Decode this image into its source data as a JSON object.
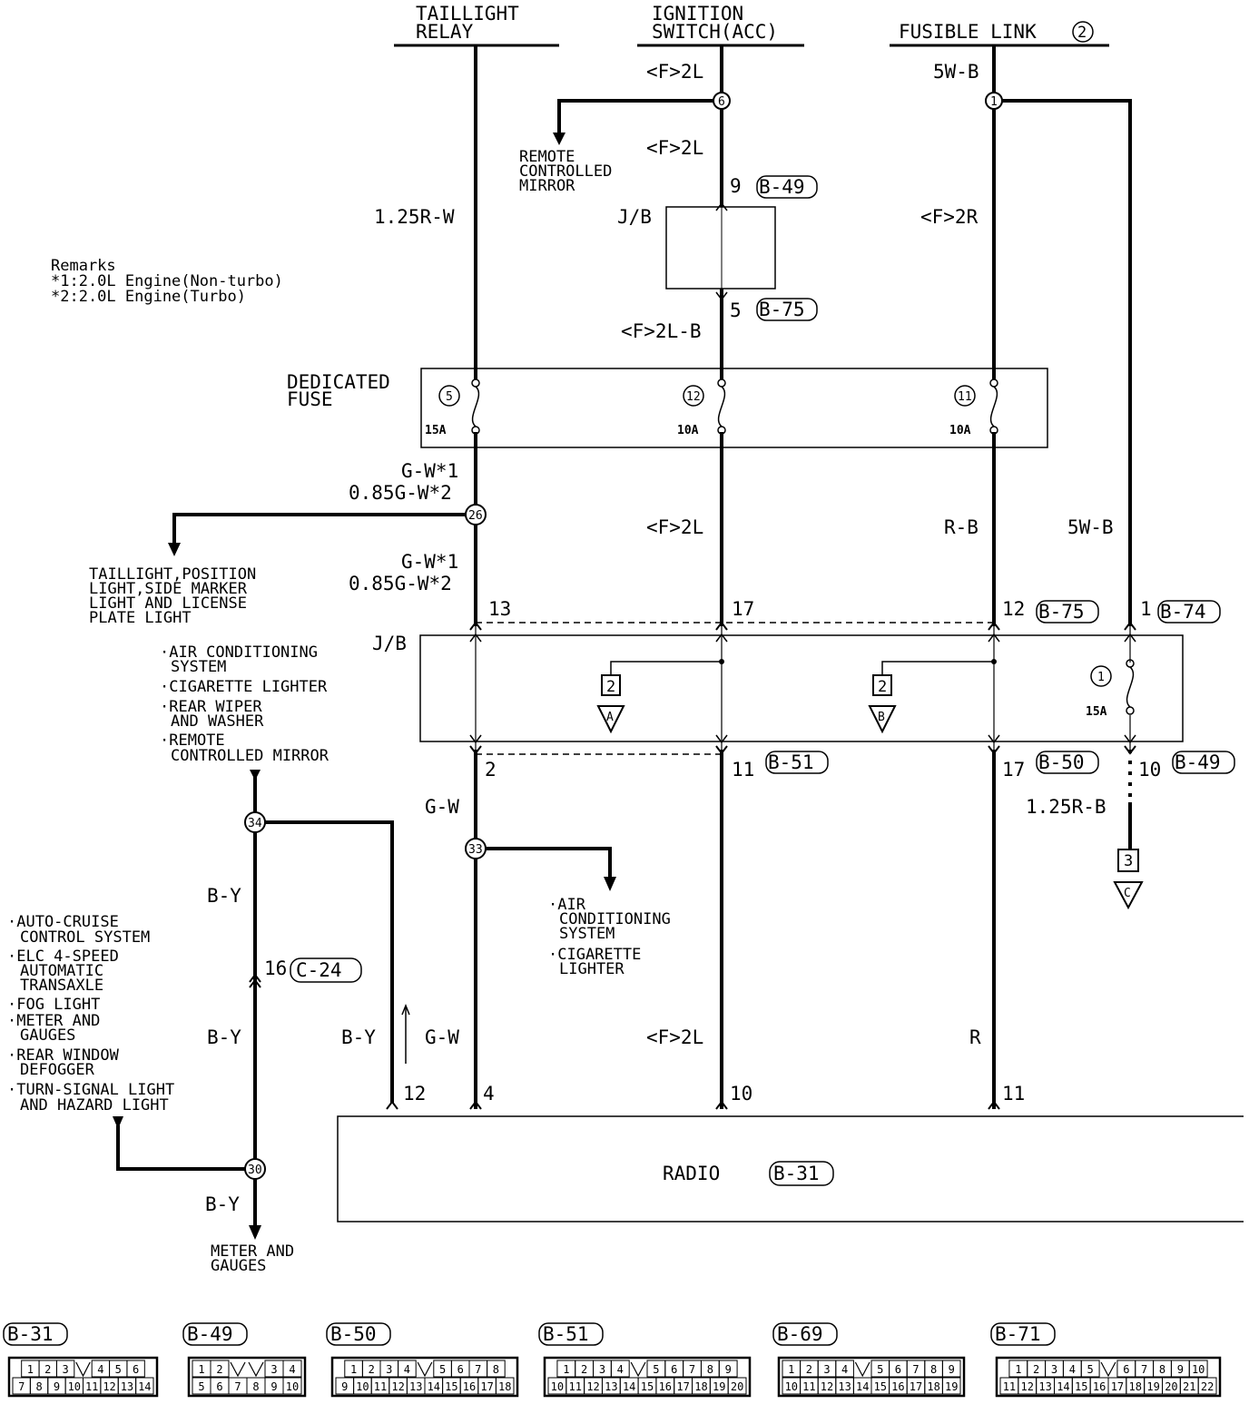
{
  "sources": {
    "taillight_relay": [
      "TAILLIGHT",
      "RELAY"
    ],
    "ignition_switch": [
      "IGNITION",
      "SWITCH(ACC)"
    ],
    "fusible_link": "FUSIBLE LINK",
    "fusible_link_no": "2"
  },
  "remarks": {
    "title": "Remarks",
    "note1": "*1:2.0L Engine(Non-turbo)",
    "note2": "*2:2.0L Engine(Turbo)"
  },
  "wire_codes": {
    "f2l": "<F>2L",
    "f2lb": "<F>2L-B",
    "f2r": "<F>2R",
    "w125rw": "1.25R-W",
    "w5wb": "5W-B",
    "gw": "G-W",
    "gw1": "G-W*1",
    "gw2": "0.85G-W*2",
    "rb": "R-B",
    "r": "R",
    "by": "B-Y",
    "w125rb": "1.25R-B"
  },
  "blocks": {
    "jb": "J/B",
    "dedicated_fuse": [
      "DEDICATED",
      "FUSE"
    ],
    "radio": "RADIO"
  },
  "fuses": [
    {
      "no": "5",
      "rating": "15A"
    },
    {
      "no": "12",
      "rating": "10A"
    },
    {
      "no": "11",
      "rating": "10A"
    },
    {
      "no": "1",
      "rating": "15A"
    }
  ],
  "splices": [
    "6",
    "1",
    "26",
    "33",
    "34",
    "30"
  ],
  "connectors": {
    "b49": "B-49",
    "b75": "B-75",
    "b74": "B-74",
    "b51": "B-51",
    "b50": "B-50",
    "c24": "C-24",
    "b31": "B-31",
    "b69": "B-69",
    "b71": "B-71"
  },
  "pins": {
    "b49_in": "9",
    "b75_out": "5",
    "jb_in": [
      "13",
      "17",
      "12",
      "1"
    ],
    "jb_out": [
      "2",
      "11",
      "17",
      "10"
    ],
    "c24": "16",
    "radio": [
      "12",
      "4",
      "10",
      "11"
    ]
  },
  "refs": {
    "a": "A",
    "b": "B",
    "c": "C",
    "box_a": "2",
    "box_b": "2",
    "box_c": "3"
  },
  "destinations": {
    "mirror": [
      "REMOTE",
      "CONTROLLED",
      "MIRROR"
    ],
    "taillight": [
      "TAILLIGHT,POSITION",
      "LIGHT,SIDE MARKER",
      "LIGHT AND LICENSE",
      "PLATE LIGHT"
    ],
    "list1": [
      "·AIR CONDITIONING",
      "SYSTEM",
      "·CIGARETTE LIGHTER",
      "·REAR WIPER",
      "AND WASHER",
      "·REMOTE",
      "CONTROLLED MIRROR"
    ],
    "list2": [
      "·AIR",
      "CONDITIONING",
      "SYSTEM",
      "·CIGARETTE",
      "LIGHTER"
    ],
    "list3": [
      "·AUTO-CRUISE",
      "CONTROL SYSTEM",
      "·ELC 4-SPEED",
      "AUTOMATIC",
      "TRANSAXLE",
      "·FOG LIGHT",
      "·METER AND",
      "GAUGES",
      "·REAR WINDOW",
      "DEFOGGER",
      "·TURN-SIGNAL LIGHT",
      "AND HAZARD LIGHT"
    ],
    "meter": [
      "METER AND",
      "GAUGES"
    ]
  },
  "connector_faces": [
    {
      "name": "B-31",
      "top": [
        "1",
        "2",
        "3",
        "",
        "4",
        "5",
        "6"
      ],
      "bottom": [
        "7",
        "8",
        "9",
        "10",
        "11",
        "12",
        "13",
        "14"
      ]
    },
    {
      "name": "B-49",
      "top": [
        "1",
        "2",
        "",
        "",
        "3",
        "4"
      ],
      "bottom": [
        "5",
        "6",
        "7",
        "8",
        "9",
        "10"
      ]
    },
    {
      "name": "B-50",
      "top": [
        "1",
        "2",
        "3",
        "4",
        "",
        "5",
        "6",
        "7",
        "8"
      ],
      "bottom": [
        "9",
        "10",
        "11",
        "12",
        "13",
        "14",
        "15",
        "16",
        "17",
        "18"
      ]
    },
    {
      "name": "B-51",
      "top": [
        "1",
        "2",
        "3",
        "4",
        "",
        "5",
        "6",
        "7",
        "8",
        "9"
      ],
      "bottom": [
        "10",
        "11",
        "12",
        "13",
        "14",
        "15",
        "16",
        "17",
        "18",
        "19",
        "20"
      ]
    },
    {
      "name": "B-69",
      "top": [
        "1",
        "2",
        "3",
        "4",
        "",
        "5",
        "6",
        "7",
        "8",
        "9"
      ],
      "bottom": [
        "10",
        "11",
        "12",
        "13",
        "14",
        "15",
        "16",
        "17",
        "18",
        "19"
      ]
    },
    {
      "name": "B-71",
      "top": [
        "1",
        "2",
        "3",
        "4",
        "5",
        "",
        "6",
        "7",
        "8",
        "9",
        "10"
      ],
      "bottom": [
        "11",
        "12",
        "13",
        "14",
        "15",
        "16",
        "17",
        "18",
        "19",
        "20",
        "21",
        "22"
      ]
    }
  ]
}
